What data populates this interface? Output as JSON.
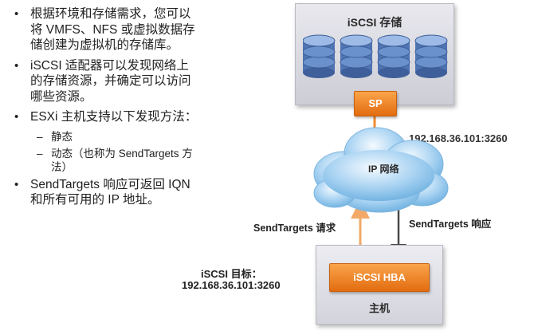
{
  "bullets": [
    {
      "text": "根据环境和存储需求，您可以将 VMFS、NFS 或虚拟数据存储创建为虚拟机的存储库。"
    },
    {
      "text": "iSCSI 适配器可以发现网络上的存储资源，并确定可以访问哪些资源。"
    },
    {
      "text": "ESXi 主机支持以下发现方法：",
      "subs": [
        "静态",
        "动态（也称为 SendTargets 方法）"
      ]
    },
    {
      "text": "SendTargets 响应可返回 IQN 和所有可用的 IP 地址。"
    }
  ],
  "diagram": {
    "storage_title": "iSCSI 存储",
    "sp_label": "SP",
    "sp_ip": "192.168.36.101:3260",
    "cloud_label": "IP 网络",
    "request_label": "SendTargets 请求",
    "response_label": "SendTargets 响应",
    "target_label": "iSCSI 目标：",
    "target_value": "192.168.36.101:3260",
    "hba_label": "iSCSI HBA",
    "host_label": "主机",
    "disk_count": 4
  },
  "colors": {
    "orange": "#f08a2c",
    "disk_blue": "#5d83bf",
    "cloud_blue": "#8ec1ea",
    "box_gray": "#d9d9e0",
    "arrow_orange": "#f2a968",
    "arrow_dark": "#4a4a4a"
  },
  "icons": {
    "disk": "disk-stack-icon",
    "cloud": "cloud-icon"
  }
}
